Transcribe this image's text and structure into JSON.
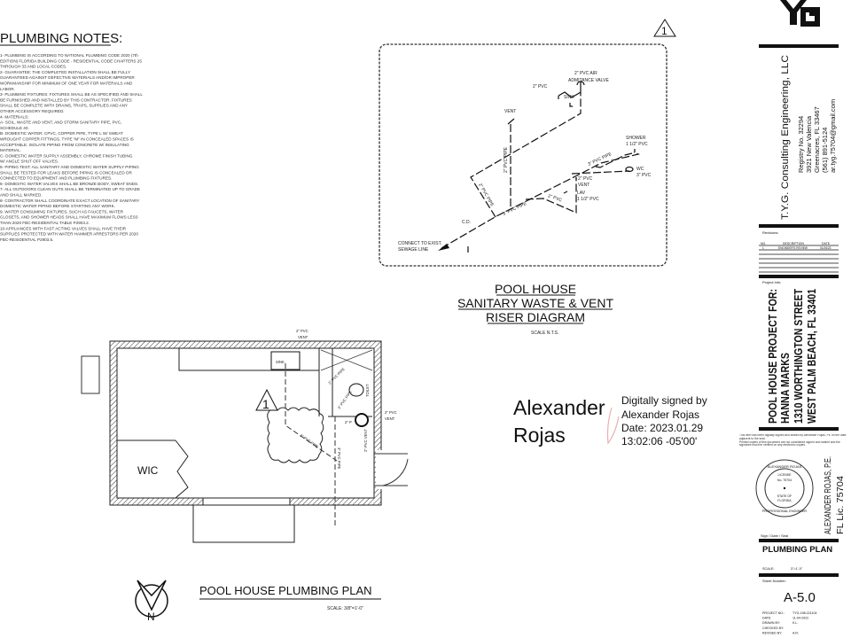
{
  "notes": {
    "title": "PLUMBING NOTES:",
    "lines": [
      "1- PLUMBING IS ACCORDING TO NATIONAL PLUMBING CODE 2020 (7th",
      "EDITION) FLORIDA BUILDING CODE - RESIDENTIAL CODE CHAPTERS 25",
      "THROUGH 33 AND LOCAL CODES.",
      "2- GUARANTEE: THE COMPLETED INSTALLATION SHALL BE FULLY",
      "GUARANTEED AGAINST DEFECTIVE MATERIALS AND/OR IMPROPER",
      "WORKMANSHIP FOR MINIMUM OF ONE YEAR FOR MATERIALS AND",
      "LABOR.",
      "3- PLUMBING FIXTURES: FIXTURES SHALL BE AS SPECIFIED AND SHALL",
      "BE FURNISHED AND INSTALLED BY THIS CONTRACTOR. FIXTURES",
      "SHALL BE COMPLETE WITH DRAINS, TRAPS, SUPPLIES AND ANY",
      "OTHER ACCESSORY REQUIRED.",
      "4- MATERIALS:",
      "    A- SOIL, WASTE AND VENT, AND STORM SANITARY PIPE, PVC,",
      "SCHEDULE 40.",
      "    B- DOMESTIC WATER: CPVC, COPPER PIPE, TYPE L W/ SWEAT",
      "WROUGHT COPPER FITTINGS. TYPE \"M\" IN CONCEALED SPACES IS",
      "ACCEPTABLE. ISOLATE PIPING FROM CONCRETE W/ INSULATING",
      "MATERIAL.",
      "    C- DOMESTIC WATER SUPPLY ASSEMBLY, CHROME FINISH TUBING",
      "W/ ANGLE SHUT OFF VALVES.",
      "5- PIPING TEST: ALL SANITARY AND DOMESTIC WATER SUPPLY PIPING",
      "SHALL BE TESTED FOR LEAKS BEFORE PIPING IS CONCEALED OR",
      "CONNECTED TO EQUIPMENT AND PLUMBING FIXTURES.",
      "6- DOMESTIC WATER VALVES SHALL BE BRONZE BODY, SWEAT ENDS.",
      "7- ALL OUTDOORS CLEAN OUTS SHALL BE TERMINATED UP TO GRADE",
      "AND SHALL MARKED.",
      "8- CONTRACTOR SHALL COORDINATE EXACT LOCATION OF SANITARY",
      "DOMESTIC WATER PIPING BEFORE STARTING ANY WORK.",
      "9- WATER CONSUMING FIXTURES, SUCH AS FAUCETS, WATER",
      "CLOSETS, AND SHOWER HEADS SHALL HAVE MAXIMUM FLOWS LESS",
      "THAN 2020 FBC-RESIDENTIAL TABLE P2903.2.",
      "10-APPLIANCES WITH FAST ACTING VALVES SHALL HAVE THEIR",
      "SUPPLIES PROTECTED WITH WATER HAMMER ARRESTORS PER 2020",
      "FBC-RESIDENTIAL P2903.5."
    ]
  },
  "riser": {
    "revision_tag": "1",
    "labels": {
      "air_valve_1": "2\" PVC AIR",
      "air_valve_2": "ADMITANCE VALVE",
      "pvc2": "2\" PVC",
      "sink": "SINK",
      "vent": "VENT",
      "vent_pipe": "2\" PVC PIPE",
      "pipe_left": "2\" PVC PIPE",
      "pipe_main": "3\" PVC PIPE",
      "pipe_upper": "3\" PVC PIPE",
      "pipe_lav": "2\" PVC",
      "shower_1": "SHOWER",
      "shower_2": "1 1/2\" PVC",
      "wc_1": "WC",
      "wc_2": "3\" PVC",
      "vent2_1": "2\" PVC",
      "vent2_2": "VENT",
      "lav_1": "LAV",
      "lav_2": "1 1/2\" PVC",
      "cd": "C.D.",
      "connect_1": "CONNECT TO EXIST.",
      "connect_2": "SEWAGE LINE"
    },
    "title_1": "POOL HOUSE",
    "title_2": "SANITARY WASTE & VENT",
    "title_3": "RISER DIAGRAM",
    "scale": "SCALE N.T.S."
  },
  "plan": {
    "revision_tag": "1",
    "room_label": "WIC",
    "sink": "SINK",
    "toilet": "TOILET",
    "vent_top_1": "2\" PVC",
    "vent_top_2": "VENT",
    "vent_right_1": "2\" PVC",
    "vent_right_2": "VENT",
    "pipe_a": "2\" PVC PIPE",
    "pipe_b": "3\" PVC PIPE",
    "pipe_c": "2\" PVC PIPE",
    "pipe_d": "3\" PVC PIPE",
    "pipe_e": "2\" PVC VENT",
    "pipe_f": "2\" P",
    "title": "POOL HOUSE PLUMBING PLAN",
    "scale": "SCALE: 3/8\"=1'-0\"",
    "north": "N"
  },
  "signature": {
    "name_1": "Alexander",
    "name_2": "Rojas",
    "digital_1": "Digitally signed by",
    "digital_2": "Alexander Rojas",
    "digital_3": "Date: 2023.01.29",
    "digital_4": "13:02:06 -05'00'"
  },
  "title_block": {
    "logo": "YG",
    "company": "T.Y.G. Consulting Engineering, LLC",
    "registry": "Registry No. 32294",
    "address_1": "3921 New Valencia",
    "address_2": "Greenacres, FL 33467",
    "phone": "(561) 891-5124",
    "email": "ar.tyg.75704@gmail.com",
    "revisions_label": "Revisions:",
    "rev_headers": [
      "NO.",
      "DESCRIPTION",
      "DATE"
    ],
    "rev_row": [
      "1",
      "ENGINEER'S REVIEW",
      "01/26/23"
    ],
    "project_info_label": "Project Info:",
    "project_1": "POOL HOUSE PROJECT FOR:",
    "project_2": "HANNA MARKS",
    "project_3": "1310 WORTHINGTON STREET",
    "project_4": "WEST PALM BEACH, FL 33401",
    "fine_1": "This item has been digitally signed and sealed by Alexander Rojas, PE on the date adjacent to the seal.",
    "fine_2": "Printed copies of this document are not considered signed and sealed and the signature must be verified on any electronic copies.",
    "seal_top": "ALEXANDER ROJAS",
    "seal_license": "LICENSE",
    "seal_no": "No. 75704",
    "seal_state": "STATE OF",
    "seal_florida": "FLORIDA",
    "seal_bottom": "PROFESSIONAL ENGINEER",
    "engineer_1": "ALEXANDER ROJAS, P.E.",
    "engineer_2": "FL Lic. 75704",
    "sign_label": "Sign / Date / Seal",
    "sheet_title": "PLUMBING PLAN",
    "scale_label": "SCALE:",
    "scale_value": "3\"=1'-0\"",
    "sheet_number_label": "Sheet Number:",
    "sheet_number": "A-5.0",
    "info_rows": [
      {
        "label": "PROJECT NO.:",
        "value": "TYG-198-221104"
      },
      {
        "label": "DATE:",
        "value": "11-04-2022"
      },
      {
        "label": "DRAWN BY:",
        "value": "K.L."
      },
      {
        "label": "CHECKED BY:",
        "value": ""
      },
      {
        "label": "REVISED BY:",
        "value": "A.R."
      }
    ]
  }
}
